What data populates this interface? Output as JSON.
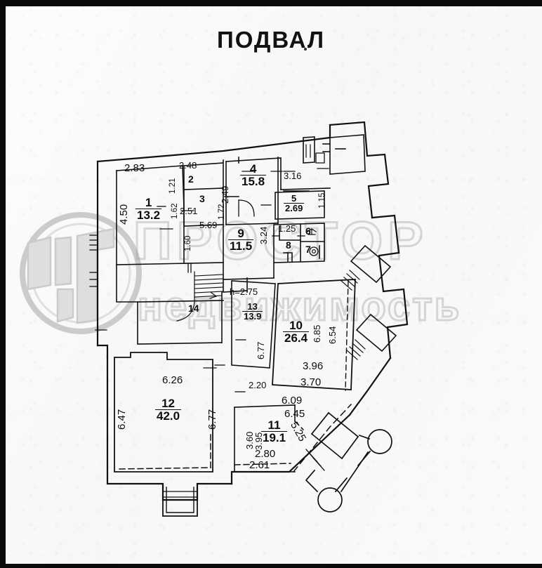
{
  "page": {
    "title": "ПОДВАЛ",
    "title_dot": "·",
    "background_color": "#fbfbfb",
    "ink_color": "#0d0d0d",
    "frame_color": "#0a0a0a"
  },
  "watermark": {
    "line1": "ПРОСТОР",
    "line2": "недвижимость",
    "logo_name": "prostor-building-logo",
    "color": "#96989b"
  },
  "rooms": [
    {
      "id": "room-1",
      "number": "1",
      "area": "13.2"
    },
    {
      "id": "room-2",
      "number": "2",
      "area": ""
    },
    {
      "id": "room-3",
      "number": "3",
      "area": ""
    },
    {
      "id": "room-4",
      "number": "4",
      "area": "15.8"
    },
    {
      "id": "room-5",
      "number": "5",
      "area": "2.69"
    },
    {
      "id": "room-6",
      "number": "6",
      "area": ""
    },
    {
      "id": "room-7",
      "number": "7",
      "area": ""
    },
    {
      "id": "room-8",
      "number": "8",
      "area": ""
    },
    {
      "id": "room-9",
      "number": "9",
      "area": "11.5"
    },
    {
      "id": "room-10",
      "number": "10",
      "area": "26.4"
    },
    {
      "id": "room-11",
      "number": "11",
      "area": "19.1"
    },
    {
      "id": "room-12",
      "number": "12",
      "area": "42.0"
    },
    {
      "id": "room-13",
      "number": "13",
      "area": "13.9"
    },
    {
      "id": "room-14",
      "number": "14",
      "area": ""
    }
  ],
  "height_note": "h=2.75",
  "dimensions": {
    "d_2_83": "2.83",
    "d_4_50": "4.50",
    "d_1_21": "1.21",
    "d_2_48": "2.48",
    "d_1_62": "1.62",
    "d_1_72": "1.72",
    "d_2_51": "2.51",
    "d_1_60": "1.60",
    "d_5_69": "5.69",
    "d_2_49": "2.49",
    "d_3_16": "3.16",
    "d_1_15": "1.15",
    "d_3_24": "3.24",
    "d_1_25": "1.25",
    "d_6_85": "6.85",
    "d_6_54": "6.54",
    "d_6_77_a": "6.77",
    "d_3_96": "3.96",
    "d_3_70": "3.70",
    "d_2_20": "2.20",
    "d_6_09": "6.09",
    "d_6_45": "6.45",
    "d_5_25": "5.25",
    "d_6_26": "6.26",
    "d_6_47": "6.47",
    "d_6_77_b": "6.77",
    "d_3_60": "3.60",
    "d_3_95": "3.95",
    "d_2_80": "2.80",
    "d_2_61": "2.61"
  }
}
